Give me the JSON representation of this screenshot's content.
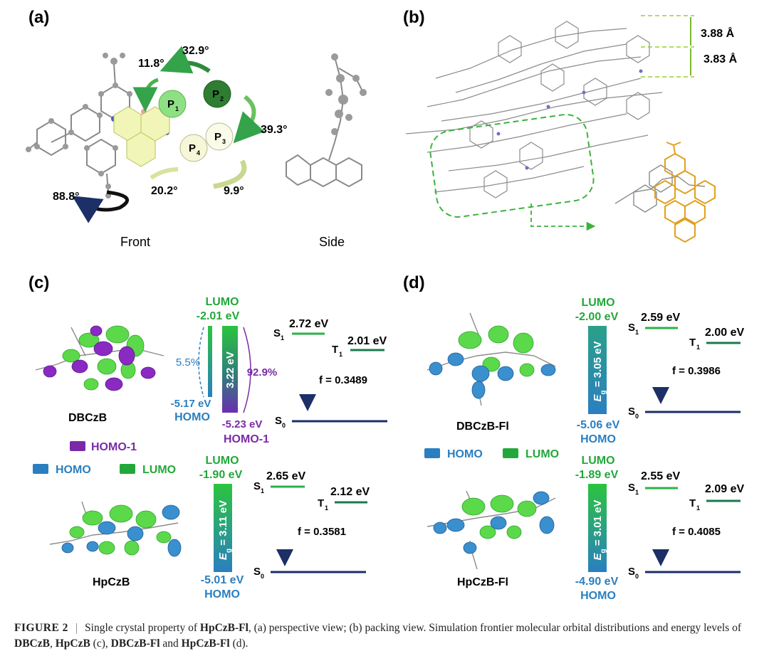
{
  "panels": {
    "a": {
      "label": "(a)",
      "front_label": "Front",
      "side_label": "Side",
      "rings": [
        "P",
        "1",
        "P",
        "2",
        "P",
        "3",
        "P",
        "4"
      ],
      "angles": [
        "11.8°",
        "32.9°",
        "39.3°",
        "20.2°",
        "9.9°",
        "88.8°"
      ]
    },
    "b": {
      "label": "(b)",
      "distances": [
        "3.88 Å",
        "3.83 Å"
      ]
    },
    "c": {
      "label": "(c)",
      "legend": {
        "homo1": "HOMO-1",
        "homo": "HOMO",
        "lumo": "LUMO"
      },
      "mol1": {
        "name": "DBCzB",
        "lumo_label": "LUMO",
        "lumo_value": "-2.01 eV",
        "homo_value": "-5.17 eV",
        "homo_label": "HOMO",
        "homo1_value": "-5.23 eV",
        "homo1_label": "HOMO-1",
        "gap": "3.22 eV",
        "pct_left": "5.5%",
        "pct_right": "92.9%",
        "s1": "S",
        "s1_sub": "1",
        "s1_value": "2.72 eV",
        "t1": "T",
        "t1_sub": "1",
        "t1_value": "2.01 eV",
        "s0": "S",
        "s0_sub": "0",
        "f": "f = 0.3489"
      },
      "mol2": {
        "name": "HpCzB",
        "lumo_label": "LUMO",
        "lumo_value": "-1.90 eV",
        "homo_value": "-5.01 eV",
        "homo_label": "HOMO",
        "gap_e": "E",
        "gap_sub": "g",
        "gap_rest": " = 3.11 eV",
        "s1": "S",
        "s1_sub": "1",
        "s1_value": "2.65 eV",
        "t1": "T",
        "t1_sub": "1",
        "t1_value": "2.12 eV",
        "s0": "S",
        "s0_sub": "0",
        "f": "f = 0.3581"
      }
    },
    "d": {
      "label": "(d)",
      "legend": {
        "homo": "HOMO",
        "lumo": "LUMO"
      },
      "mol1": {
        "name": "DBCzB-Fl",
        "lumo_label": "LUMO",
        "lumo_value": "-2.00 eV",
        "homo_value": "-5.06 eV",
        "homo_label": "HOMO",
        "gap_e": "E",
        "gap_sub": "g",
        "gap_rest": " = 3.05 eV",
        "s1": "S",
        "s1_sub": "1",
        "s1_value": "2.59 eV",
        "t1": "T",
        "t1_sub": "1",
        "t1_value": "2.00 eV",
        "s0": "S",
        "s0_sub": "0",
        "f": "f = 0.3986"
      },
      "mol2": {
        "name": "HpCzB-Fl",
        "lumo_label": "LUMO",
        "lumo_value": "-1.89 eV",
        "homo_value": "-4.90 eV",
        "homo_label": "HOMO",
        "gap_e": "E",
        "gap_sub": "g",
        "gap_rest": " = 3.01 eV",
        "s1": "S",
        "s1_sub": "1",
        "s1_value": "2.55 eV",
        "t1": "T",
        "t1_sub": "1",
        "t1_value": "2.09 eV",
        "s0": "S",
        "s0_sub": "0",
        "f": "f = 0.4085"
      }
    }
  },
  "caption": {
    "fig": "FIGURE 2",
    "t1": "Single crystal property of ",
    "b1": "HpCzB-Fl",
    "t2": ", (a) perspective view; (b) packing view. Simulation frontier molecular orbital distributions and energy levels of ",
    "b2": "DBCzB",
    "t3": ", ",
    "b3": "HpCzB",
    "t4": " (c), ",
    "b4": "DBCzB-Fl",
    "t5": " and ",
    "b5": "HpCzB-Fl",
    "t6": " (d)."
  },
  "colors": {
    "lumo_green": "#22a83a",
    "homo_blue": "#2a7fc0",
    "homo1_purple": "#7a2aa8",
    "s0_navy": "#1c2f66",
    "t1_teal": "#1a7a4e",
    "s1_green": "#2bb24a"
  }
}
